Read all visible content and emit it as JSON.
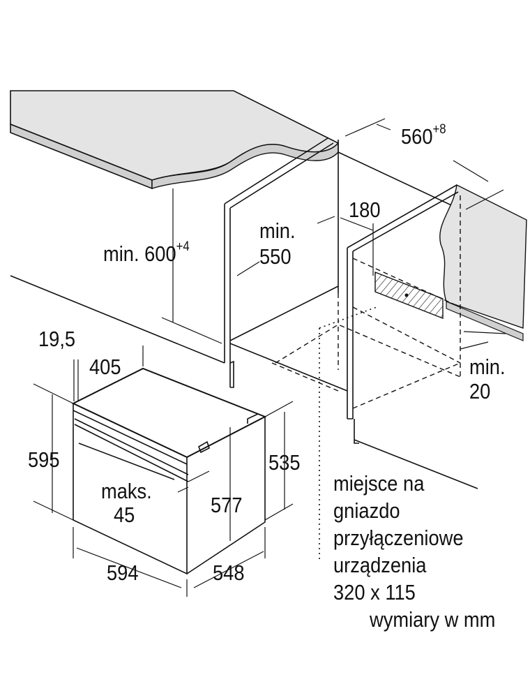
{
  "dimensions": {
    "width_niche": {
      "value": "560",
      "tolerance": "+8"
    },
    "vent_gap": "180",
    "min_depth": {
      "prefix": "min.",
      "value": "550"
    },
    "min_height": {
      "prefix": "min. 600",
      "tolerance": "+4"
    },
    "front_offset": "19,5",
    "front_depth": "405",
    "oven_height": "595",
    "max_gap": {
      "prefix": "maks.",
      "value": "45"
    },
    "body_height": "577",
    "side_height": "535",
    "oven_width": "594",
    "oven_depth": "548",
    "min_gap_right": {
      "prefix": "min.",
      "value": "20"
    }
  },
  "note": {
    "lines": [
      "miejsce na",
      "gniazdo",
      "przyłączeniowe",
      "urządzenia",
      "320 x 115"
    ],
    "units": "wymiary w mm"
  },
  "colors": {
    "surface": "#e4e4e4",
    "line": "#111111"
  }
}
